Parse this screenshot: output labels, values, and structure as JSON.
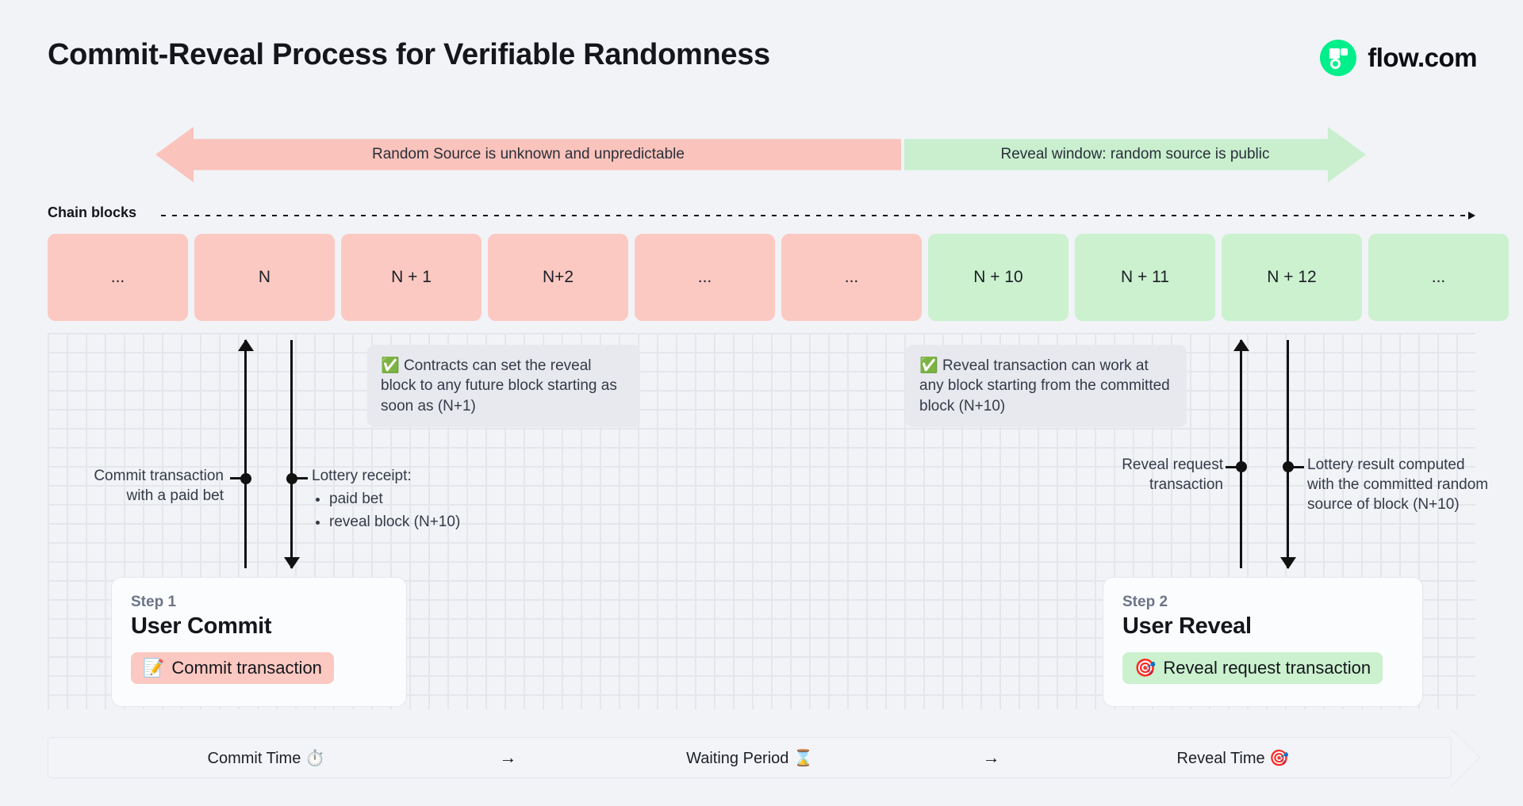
{
  "header": {
    "title": "Commit-Reveal Process for Verifiable Randomness",
    "brand_name": "flow.com",
    "brand_color": "#00EF8B"
  },
  "banners": [
    {
      "label": "Random Source is unknown and unpredictable",
      "color": "#FAC3BB",
      "direction": "left"
    },
    {
      "label": "Reveal window: random source is public",
      "color": "#C9EFCE",
      "direction": "right"
    }
  ],
  "chain": {
    "label": "Chain blocks",
    "blocks": [
      {
        "label": "...",
        "state": "pink"
      },
      {
        "label": "N",
        "state": "pink"
      },
      {
        "label": "N + 1",
        "state": "pink"
      },
      {
        "label": "N+2",
        "state": "pink"
      },
      {
        "label": "...",
        "state": "pink"
      },
      {
        "label": "...",
        "state": "pink"
      },
      {
        "label": "N + 10",
        "state": "green"
      },
      {
        "label": "N + 11",
        "state": "green"
      },
      {
        "label": "N + 12",
        "state": "green"
      },
      {
        "label": "...",
        "state": "green"
      }
    ],
    "colors": {
      "pink": "#FBC9C2",
      "green": "#CBF1CE"
    }
  },
  "notes": [
    {
      "icon": "check-mark-icon",
      "text": "Contracts can set the reveal block to any future block starting as soon as (N+1)"
    },
    {
      "icon": "check-mark-icon",
      "text": "Reveal transaction can work at any block starting from the committed block (N+10)"
    }
  ],
  "captions": {
    "commit": {
      "line1": "Commit transaction",
      "line2": "with a paid bet"
    },
    "receipt": {
      "title": "Lottery receipt:",
      "bullets": [
        "paid bet",
        "reveal block (N+10)"
      ]
    },
    "reveal_request": {
      "line1": "Reveal request",
      "line2": "transaction"
    },
    "lottery_result": {
      "text": "Lottery result computed with the committed random source of block (N+10)"
    }
  },
  "cards": [
    {
      "step": "Step 1",
      "title": "User Commit",
      "chip_label": "Commit transaction",
      "chip_icon": "memo-pencil-icon",
      "chip_color": "#FBC9C2"
    },
    {
      "step": "Step 2",
      "title": "User Reveal",
      "chip_label": "Reveal request transaction",
      "chip_icon": "dart-target-icon",
      "chip_color": "#CBF1CE"
    }
  ],
  "timeline": {
    "segments": [
      {
        "label": "Commit Time",
        "icon": "stopwatch-icon"
      },
      {
        "label": "Waiting Period",
        "icon": "hourglass-icon"
      },
      {
        "label": "Reveal Time",
        "icon": "dart-target-icon"
      }
    ],
    "separator": "→"
  }
}
